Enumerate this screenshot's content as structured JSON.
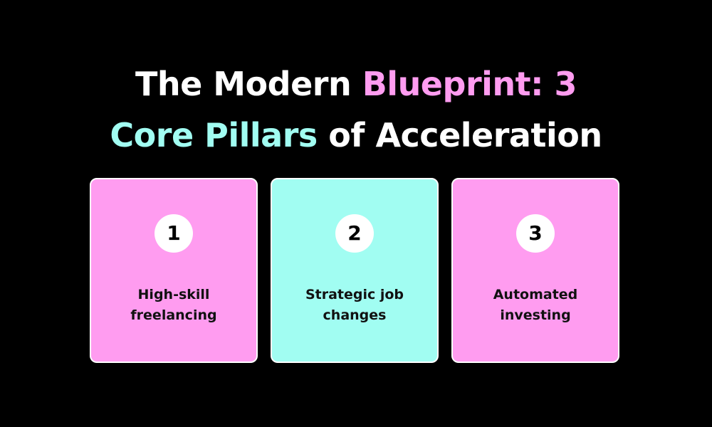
{
  "title": {
    "line1_plain": "The Modern ",
    "line1_accent": "Blueprint: 3",
    "line2_accent": "Core Pillars",
    "line2_plain": " of Acceleration"
  },
  "colors": {
    "background": "#000000",
    "pink": "#ff9cf0",
    "cyan": "#a1fdf2",
    "card_border": "#ffffff"
  },
  "pillars": [
    {
      "number": "1",
      "line1": "High-skill",
      "line2": "freelancing",
      "color": "#ff9cf0"
    },
    {
      "number": "2",
      "line1": "Strategic job",
      "line2": "changes",
      "color": "#a1fdf2"
    },
    {
      "number": "3",
      "line1": "Automated",
      "line2": "investing",
      "color": "#ff9cf0"
    }
  ]
}
